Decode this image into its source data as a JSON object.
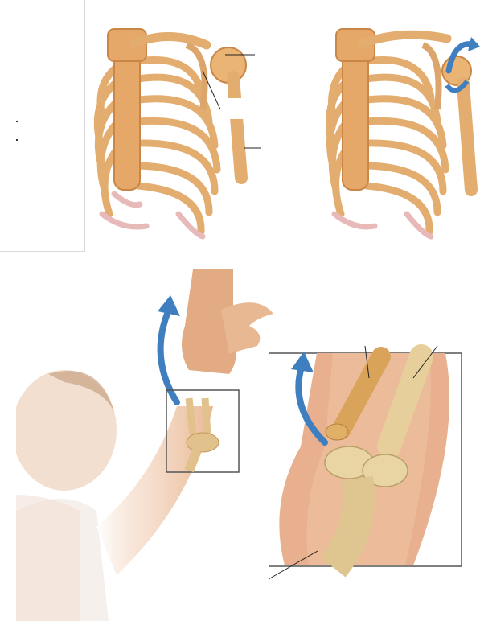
{
  "figure": {
    "panels": [
      {
        "id": "shoulder-normal",
        "content": "ribcage-and-shoulder-illustration"
      },
      {
        "id": "shoulder-dislocated",
        "content": "ribcage-and-shoulder-illustration"
      },
      {
        "id": "elbow-pull",
        "content": "child-arm-raised-illustration"
      },
      {
        "id": "elbow-detail",
        "content": "elbow-bones-close-up"
      }
    ],
    "arrows": {
      "color": "#3f7fc0",
      "direction": "upward-curve"
    },
    "bone_color": "#e3ad6f",
    "rib_cartilage_color": "#e8b9b9",
    "skin_color": "#f2c7a3"
  }
}
